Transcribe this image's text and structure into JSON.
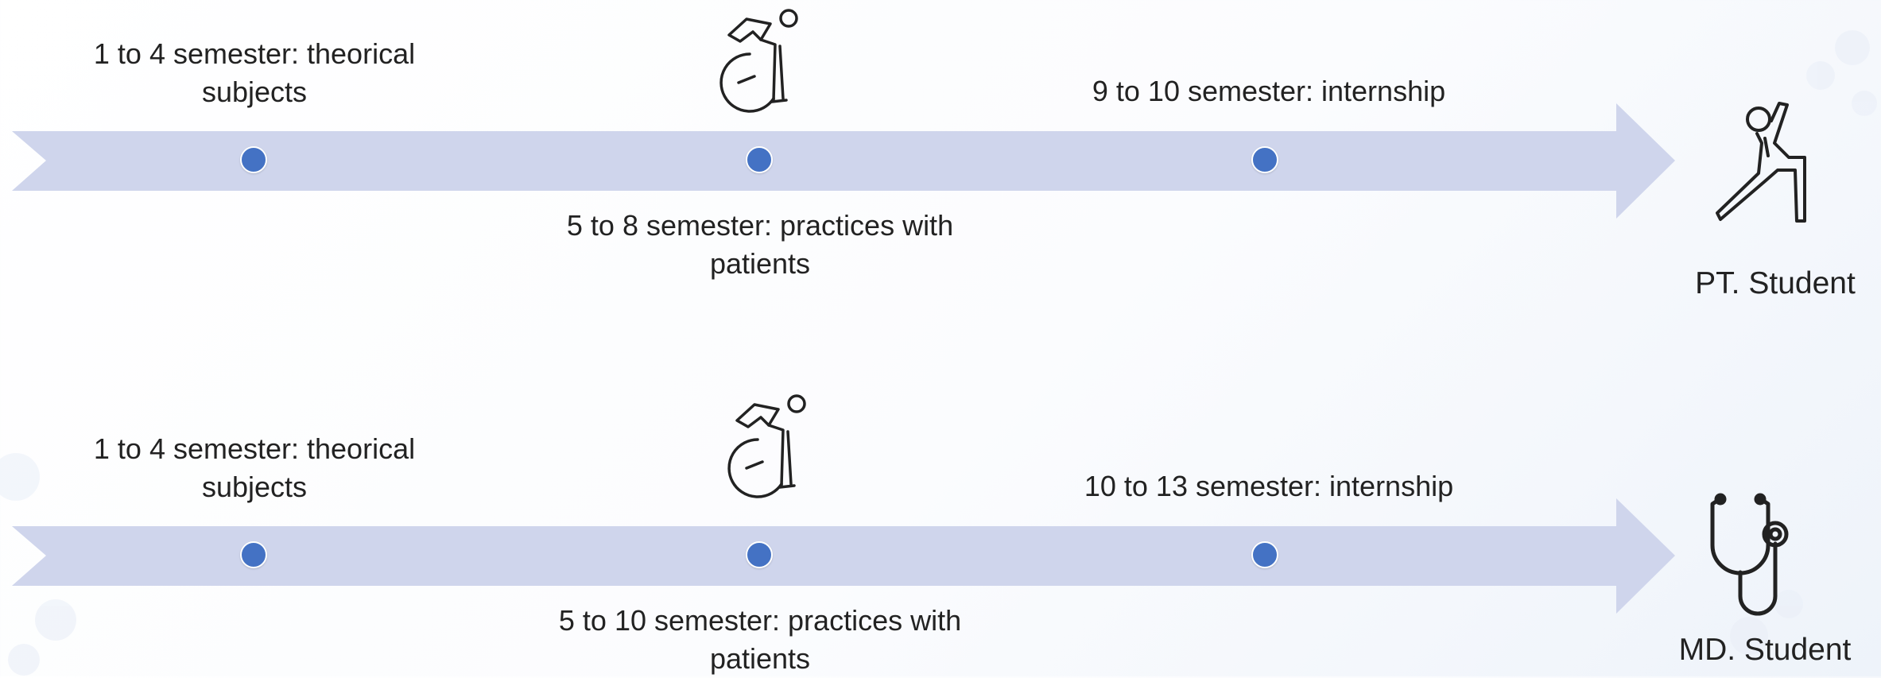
{
  "diagram": {
    "colors": {
      "arrow": "#cfd5ec",
      "dot": "#4472c4",
      "text": "#222222"
    },
    "timelines": [
      {
        "id": "pt",
        "milestones": [
          {
            "above": "1 to 4 semester: theorical subjects",
            "below": ""
          },
          {
            "above": "",
            "below": "5 to 8 semester: practices with patients",
            "icon": "wheelchair-icon"
          },
          {
            "above": "9 to 10 semester: internship",
            "below": ""
          }
        ],
        "end_label": "PT. Student",
        "end_icon": "yoga-pose-icon"
      },
      {
        "id": "md",
        "milestones": [
          {
            "above": "1 to 4 semester: theorical subjects",
            "below": ""
          },
          {
            "above": "",
            "below": "5 to 10 semester: practices with patients",
            "icon": "wheelchair-icon"
          },
          {
            "above": "10 to 13 semester: internship",
            "below": ""
          }
        ],
        "end_label": "MD. Student",
        "end_icon": "stethoscope-icon"
      }
    ]
  }
}
